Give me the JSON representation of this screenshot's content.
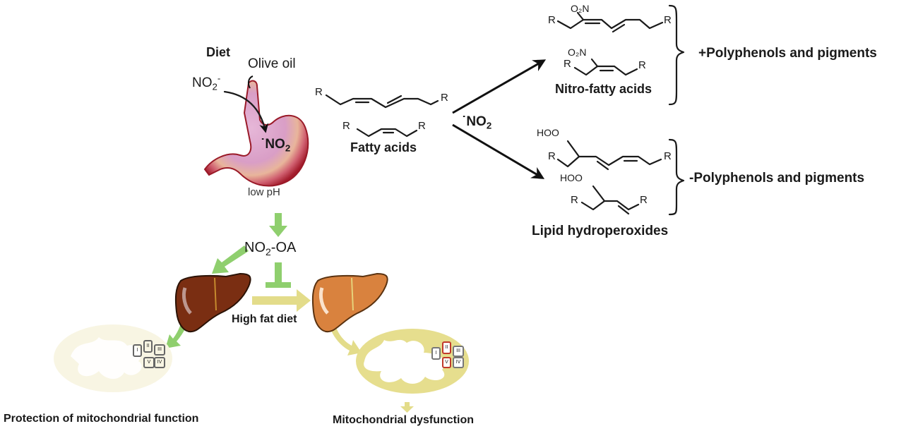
{
  "stomach": {
    "diet_label": "Diet",
    "olive_oil_label": "Olive oil",
    "nitrite_base": "NO",
    "nitrite_sub": "2",
    "nitrite_sup": "-",
    "radical_dot": "˙",
    "radical_base": "NO",
    "radical_sub": "2",
    "ph_label": "low pH"
  },
  "fatty_acids": {
    "label": "Fatty acids",
    "r_group": "R"
  },
  "reaction": {
    "reagent_dot": "˙",
    "reagent_base": "NO",
    "reagent_sub": "2"
  },
  "nitro_branch": {
    "label": "Nitro-fatty acids",
    "substituent": "O₂N",
    "condition": "+Polyphenols and pigments"
  },
  "peroxide_branch": {
    "label": "Lipid hydroperoxides",
    "substituent": "HOO",
    "condition": "-Polyphenols and pigments"
  },
  "liver_pathway": {
    "product_base": "NO",
    "product_sub": "2",
    "product_suffix": "-OA",
    "high_fat_label": "High fat diet",
    "protection_label": "Protection of mitochondrial function",
    "dysfunction_label": "Mitochondrial dysfunction",
    "complexes": [
      "I",
      "II",
      "III",
      "V",
      "IV"
    ],
    "impaired_complexes": [
      "II",
      "V"
    ]
  },
  "colors": {
    "green_arrow": "#8fcf6e",
    "yellow_arrow": "#e3dc8a",
    "healthy_liver": "#7a2e12",
    "fatty_liver": "#d9823e",
    "mito_healthy": "#f8f5e3",
    "mito_dysfunctional": "#e6de8e",
    "complex_impaired": "#c0392b",
    "complex_normal": "#666666"
  }
}
